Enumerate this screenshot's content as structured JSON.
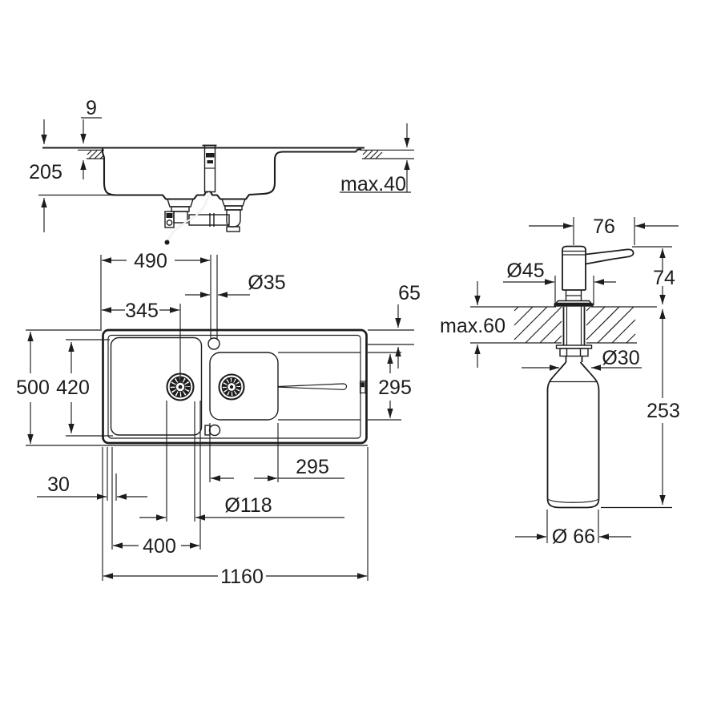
{
  "drawing": {
    "title": "sink-and-dispenser-dimension-drawing",
    "background": "#ffffff",
    "line_color": "#1d1d1d"
  },
  "labels": {
    "section": {
      "rim_above_counter": "9",
      "bowl_depth": "205",
      "counter_thickness_max": "max.40"
    },
    "top": {
      "tap_from_left": "490",
      "tap_hole_dia": "Ø35",
      "drain_from_left": "345",
      "tap_from_edge": "65",
      "overall_depth": "500",
      "bowl_inner_depth": "420",
      "bowl_width_right": "295",
      "bowl_width_bottom": "295",
      "rim_inset": "30",
      "drain_dia": "Ø118",
      "drain_center_from_left": "400",
      "overall_length": "1160"
    },
    "dispenser": {
      "spout_reach": "76",
      "flange_dia": "Ø45",
      "height_above_deck": "74",
      "deck_thickness_max": "max.60",
      "shank_dia": "Ø30",
      "height_below_deck": "253",
      "bottle_dia": "Ø 66"
    }
  }
}
